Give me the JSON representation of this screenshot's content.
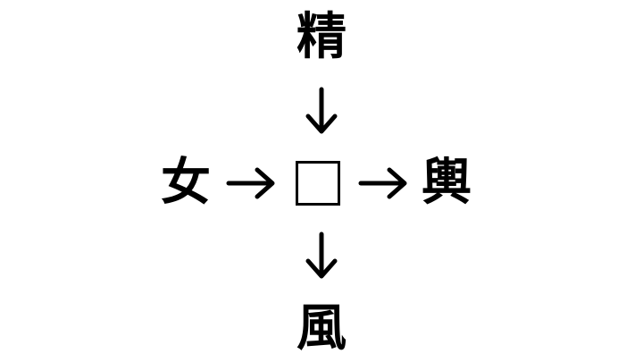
{
  "puzzle": {
    "top": "精",
    "left": "女",
    "right": "輿",
    "bottom": "風"
  },
  "colors": {
    "ink": "#000000",
    "background": "#ffffff"
  }
}
